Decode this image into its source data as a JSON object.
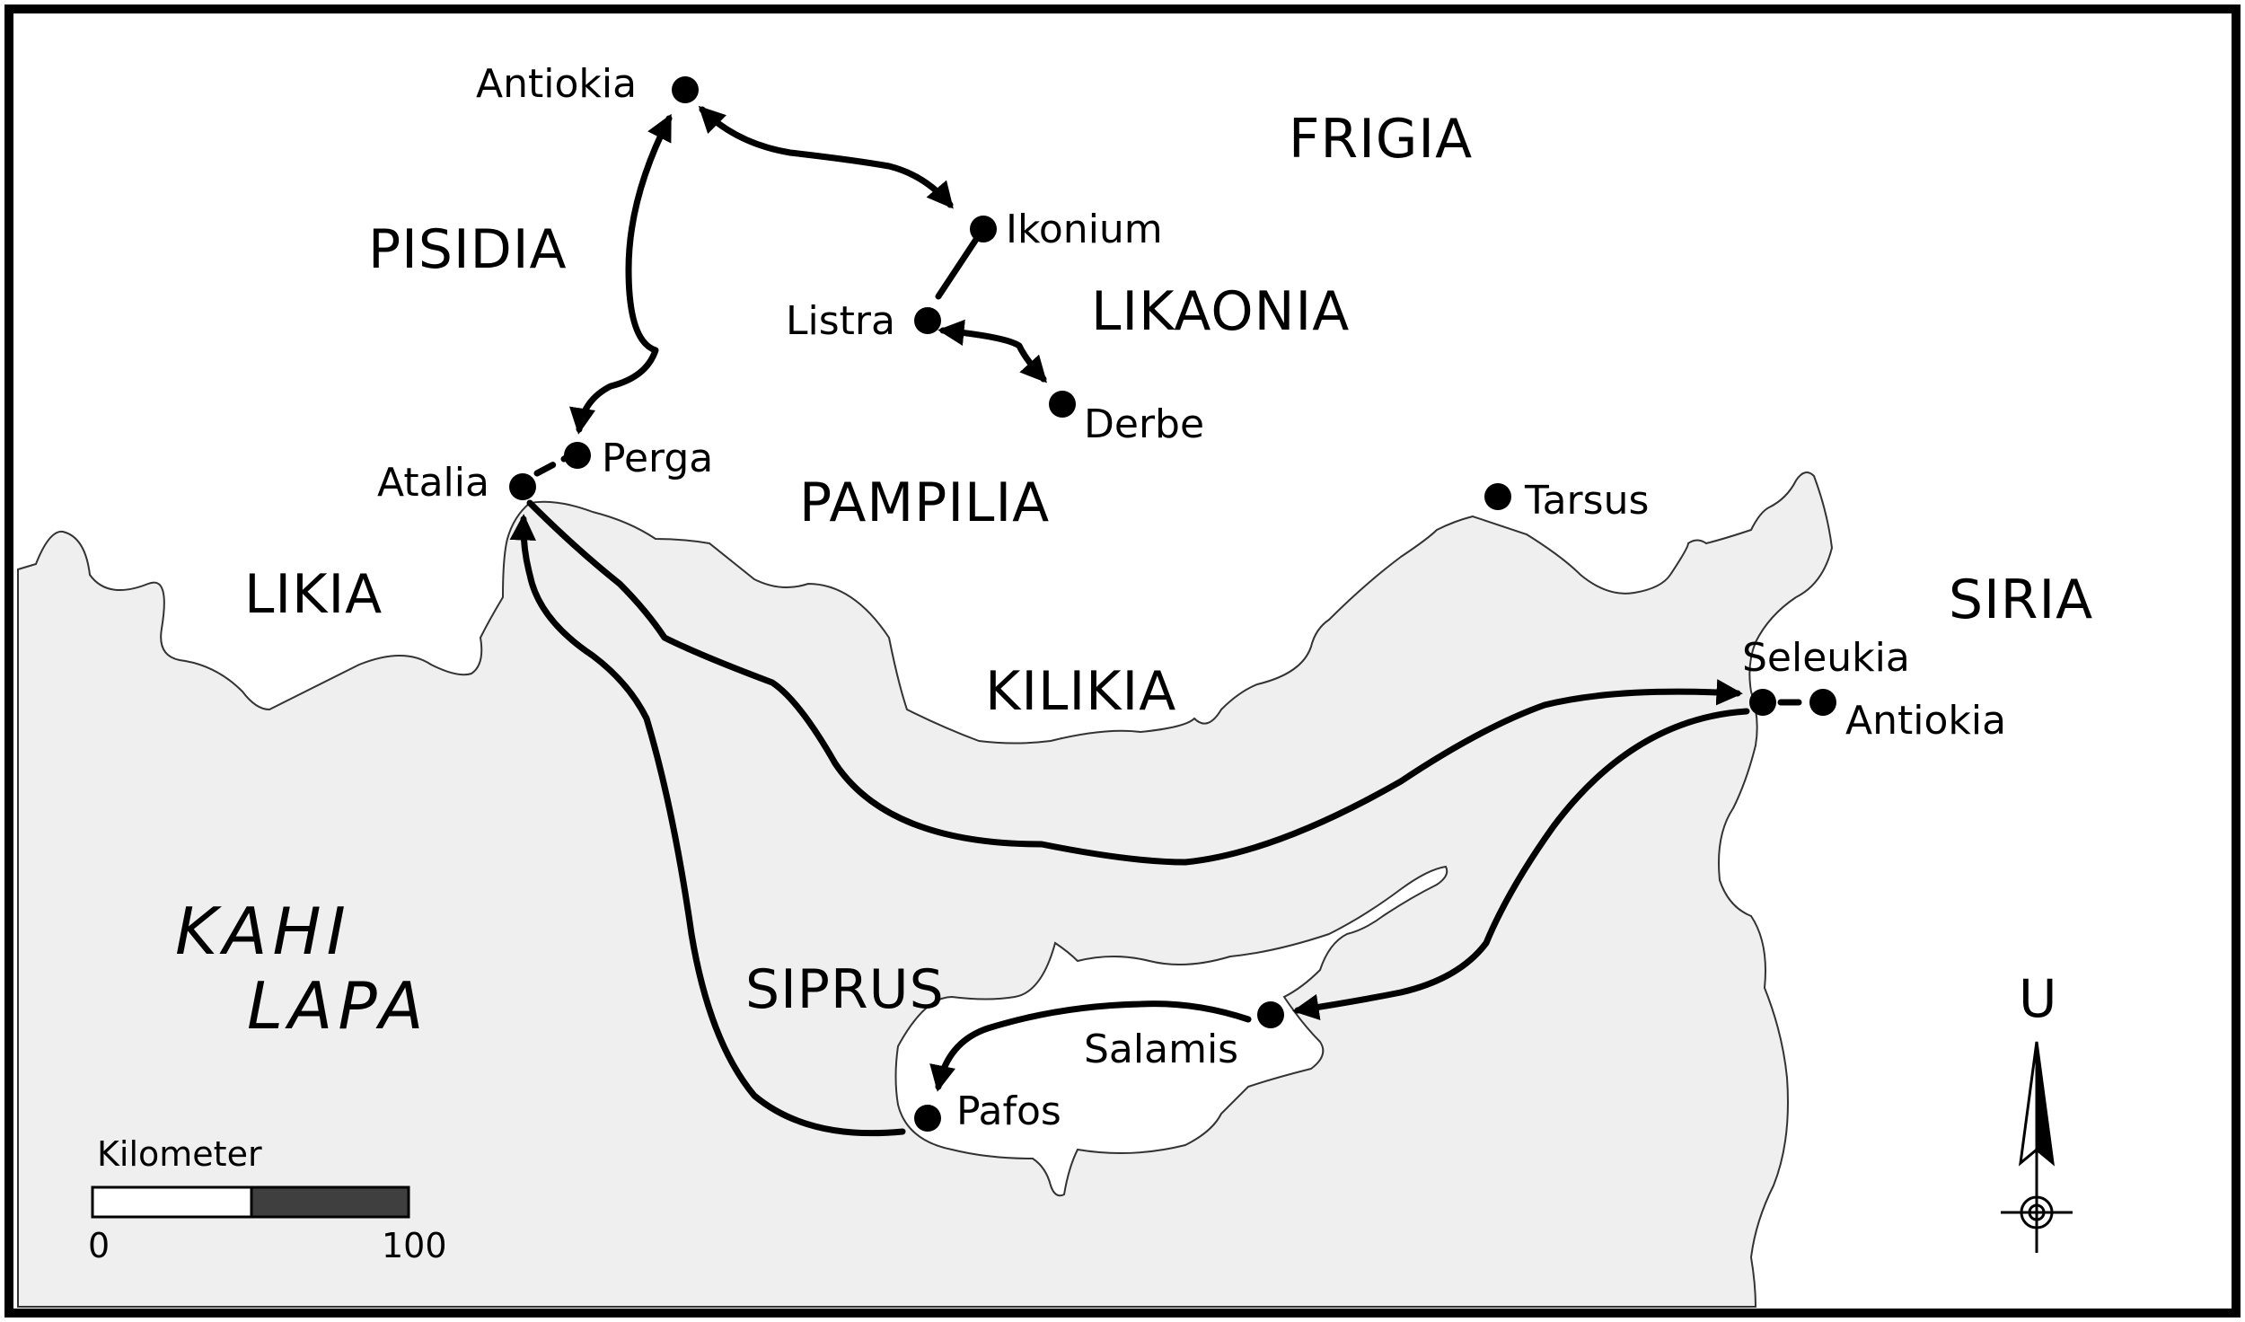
{
  "regions": {
    "frigia": "FRIGIA",
    "pisidia": "PISIDIA",
    "likaonia": "LIKAONIA",
    "pampilia": "PAMPILIA",
    "likia": "LIKIA",
    "kilikia": "KILIKIA",
    "siria": "SIRIA",
    "siprus": "SIPRUS"
  },
  "sea": {
    "line1": "KAHI",
    "line2": "LAPA"
  },
  "cities": {
    "antiokia_pisidia": "Antiokia",
    "ikonium": "Ikonium",
    "listra": "Listra",
    "derbe": "Derbe",
    "perga": "Perga",
    "atalia": "Atalia",
    "tarsus": "Tarsus",
    "seleukia": "Seleukia",
    "antiokia_siria": "Antiokia",
    "salamis": "Salamis",
    "pafos": "Pafos"
  },
  "scale_bar": {
    "title": "Kilometer",
    "min": "0",
    "max": "100"
  },
  "north_arrow": {
    "label": "U"
  },
  "colors": {
    "land": "#ffffff",
    "sea": "#efefef",
    "route": "#000000",
    "border": "#000000"
  }
}
